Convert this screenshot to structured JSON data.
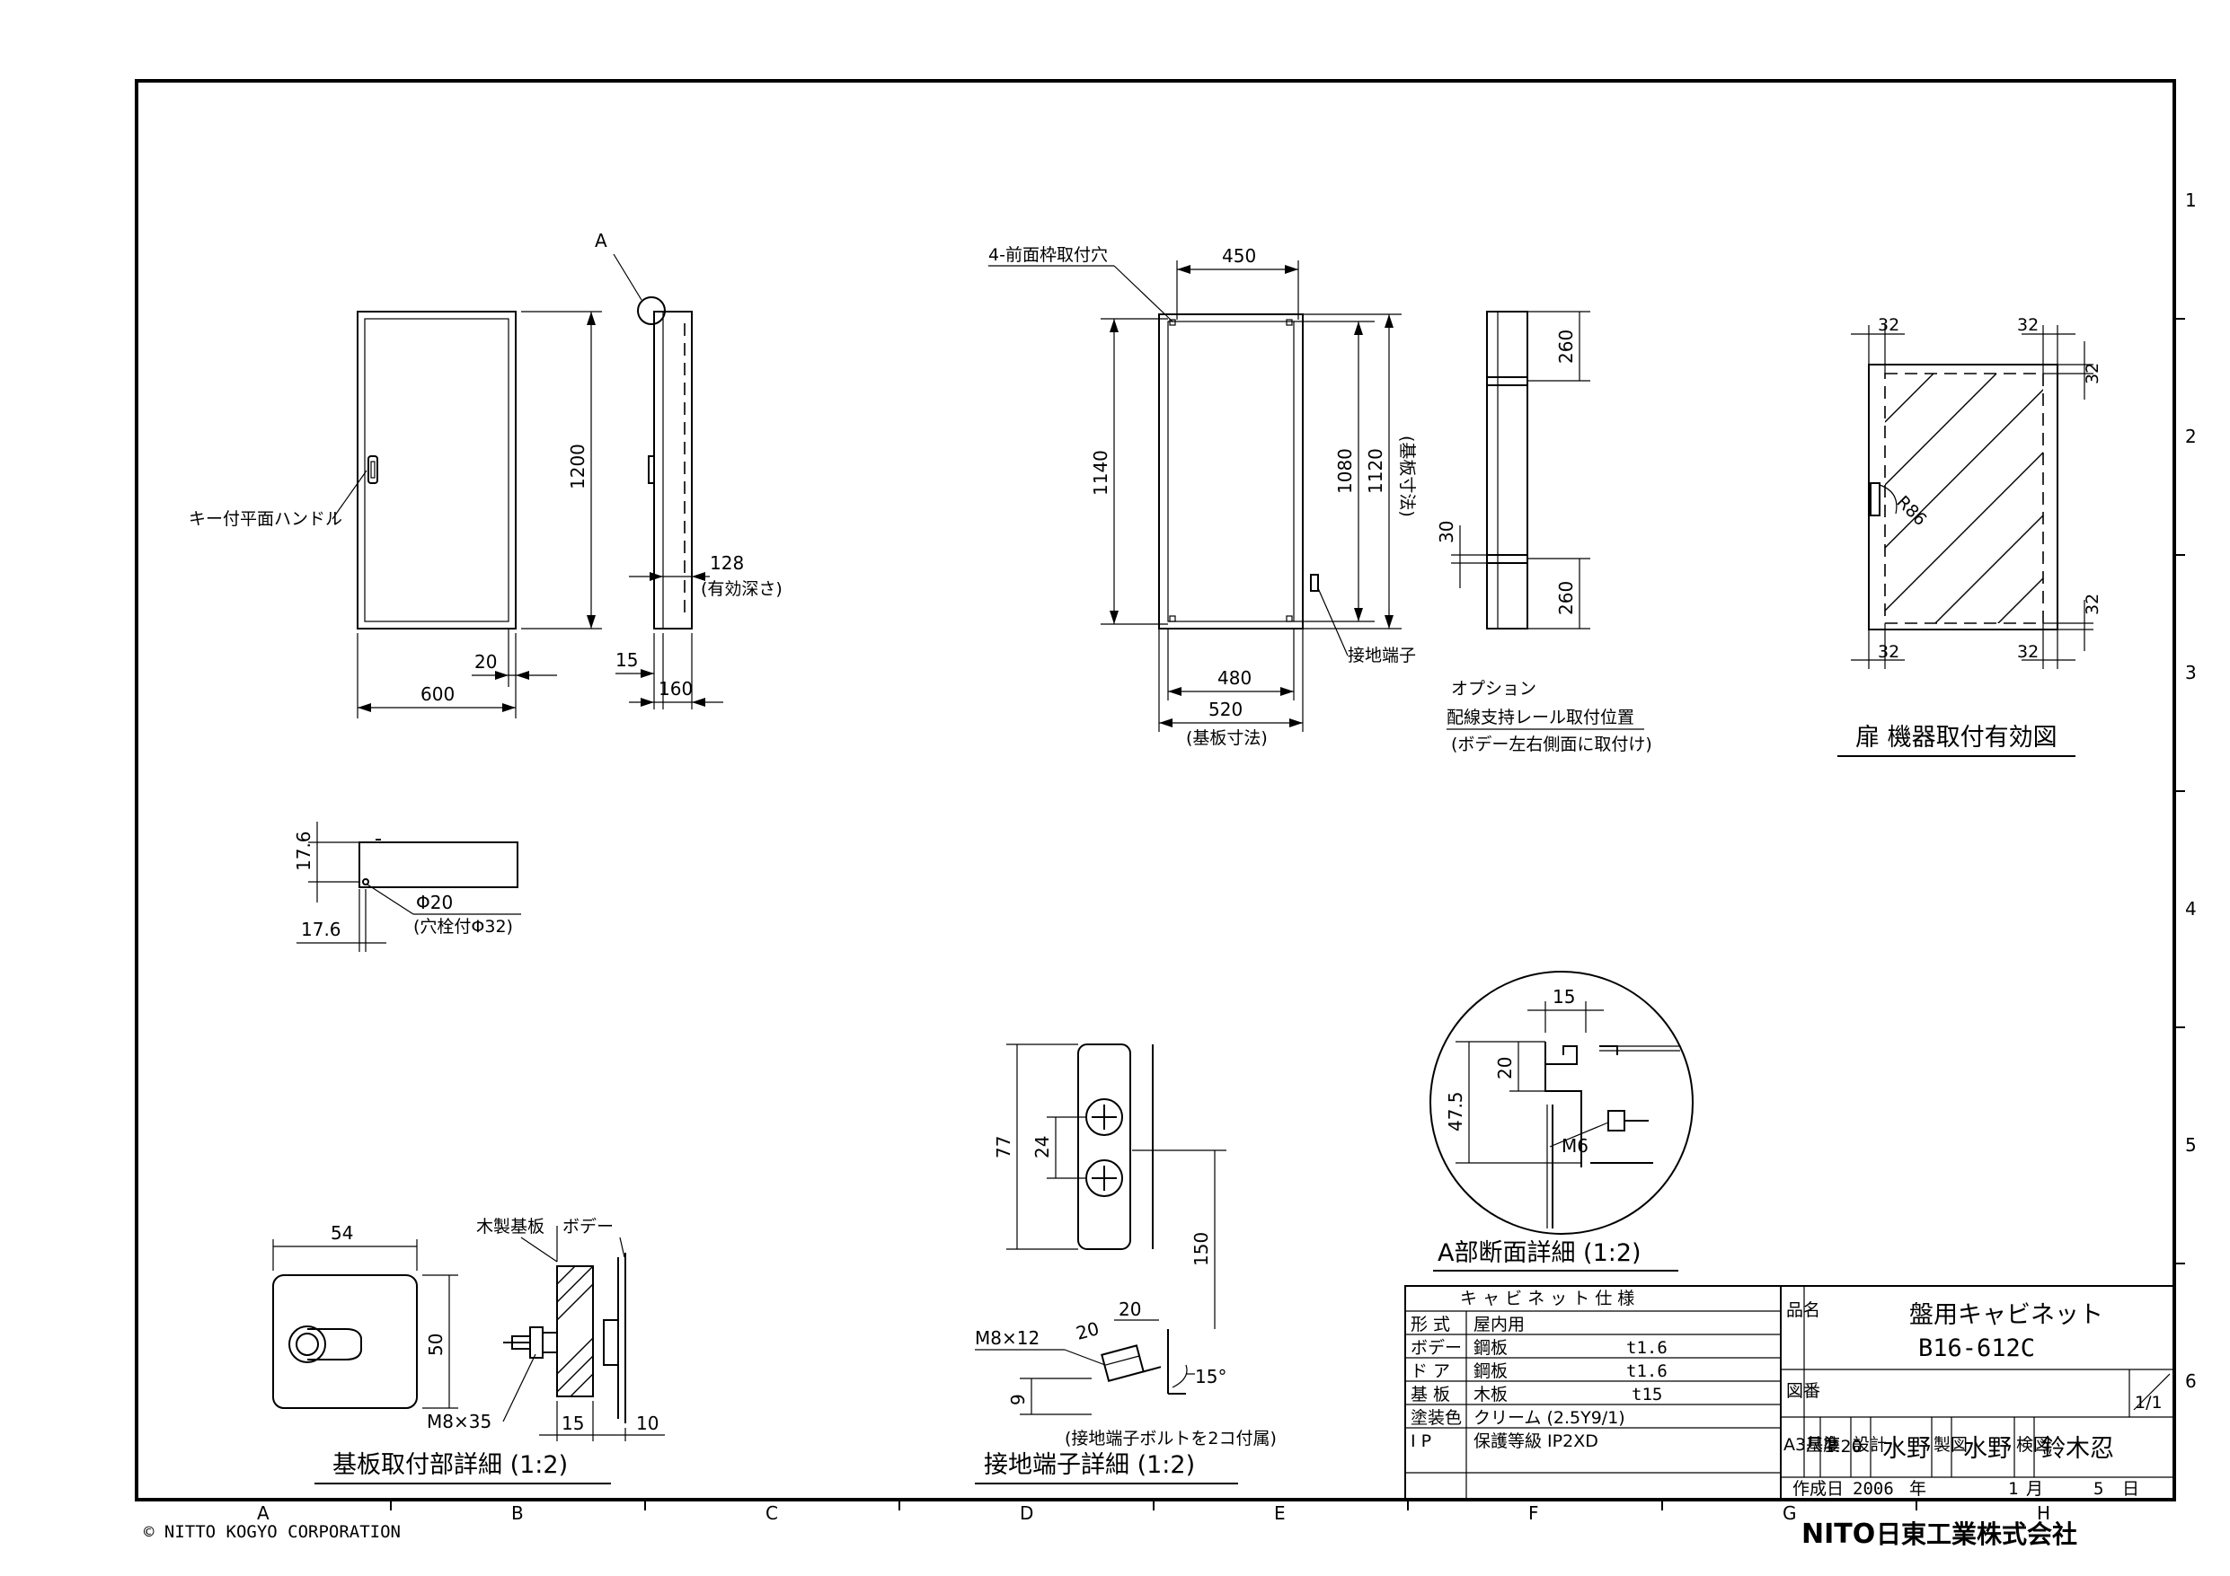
{
  "drawing": {
    "border_rows": [
      "1",
      "2",
      "3",
      "4",
      "5",
      "6"
    ],
    "border_cols": [
      "A",
      "B",
      "C",
      "D",
      "E",
      "F",
      "G",
      "H"
    ]
  },
  "front_view": {
    "marker": "A",
    "handle_label": "キー付平面ハンドル",
    "dim_height": "1200",
    "dim_width": "600",
    "dim_20": "20",
    "dim_15": "15",
    "dim_160": "160",
    "dim_128": "128",
    "dim_128_note": "(有効深さ)"
  },
  "top_view": {
    "dim_176_a": "17.6",
    "dim_176_b": "17.6",
    "hole_dia": "Φ20",
    "hole_note": "(穴栓付Φ32)"
  },
  "backplate_view": {
    "holes_label": "4-前面枠取付穴",
    "dim_450": "450",
    "dim_1140": "1140",
    "dim_1080": "1080",
    "dim_1120": "1120",
    "dim_1120_note": "(基板寸法)",
    "dim_480": "480",
    "dim_520": "520",
    "dim_520_note": "(基板寸法)",
    "ground_label": "接地端子"
  },
  "rail_view": {
    "dim_260_top": "260",
    "dim_30": "30",
    "dim_260_bottom": "260",
    "option_line1": "オプション",
    "option_line2": "配線支持レール取付位置",
    "option_line3": "(ボデー左右側面に取付け)"
  },
  "door_view": {
    "dim_32": "32",
    "r_label": "R86",
    "title": "扉  機器取付有効図"
  },
  "detail_a": {
    "dim_15": "15",
    "dim_20": "20",
    "dim_475": "47.5",
    "bolt": "M6",
    "title": "A部断面詳細 (1:2)"
  },
  "detail_mount": {
    "dim_54": "54",
    "dim_50": "50",
    "bolt": "M8×35",
    "wood_label": "木製基板",
    "body_label": "ボデー",
    "dim_15": "15",
    "dim_10": "10",
    "title": "基板取付部詳細 (1:2)"
  },
  "detail_ground": {
    "dim_77": "77",
    "dim_24": "24",
    "dim_150": "150",
    "bolt": "M8×12",
    "dim_20a": "20",
    "dim_20b": "20",
    "angle": "15°",
    "dim_9": "9",
    "note": "(接地端子ボルトを2コ付属)",
    "title": "接地端子詳細 (1:2)"
  },
  "spec_table": {
    "header": "キ ャ ビ ネ ッ ト 仕 様",
    "rows": [
      {
        "label": "形  式",
        "material": "屋内用",
        "value": ""
      },
      {
        "label": "ボデー",
        "material": "鋼板",
        "value": "t1.6"
      },
      {
        "label": "ド ア",
        "material": "鋼板",
        "value": "t1.6"
      },
      {
        "label": "基  板",
        "material": "木板",
        "value": "t15"
      },
      {
        "label": "塗装色",
        "material": "クリーム (2.5Y9/1)",
        "value": ""
      },
      {
        "label": "I  P",
        "material": "保護等級  IP2XD",
        "value": ""
      }
    ]
  },
  "title_block": {
    "name_label": "品名",
    "product_name": "盤用キャビネット",
    "model": "B16-612C",
    "drawing_no_label": "図番",
    "sheet": "1/1",
    "standard_label": "A3基準",
    "scale_label": "尺度",
    "scale": "1:20",
    "design_label": "設計",
    "designer": "水野",
    "draft_label": "製図",
    "drafter": "水野",
    "check_label": "検図",
    "checker": "鈴木忍",
    "date_label": "作成日",
    "year": "2006",
    "year_unit": "年",
    "month": "1",
    "month_unit": "月",
    "day": "5",
    "day_unit": "日"
  },
  "footer": {
    "copyright": "© NITTO KOGYO CORPORATION",
    "logo_text": "NITO",
    "company": "日東工業株式会社"
  }
}
